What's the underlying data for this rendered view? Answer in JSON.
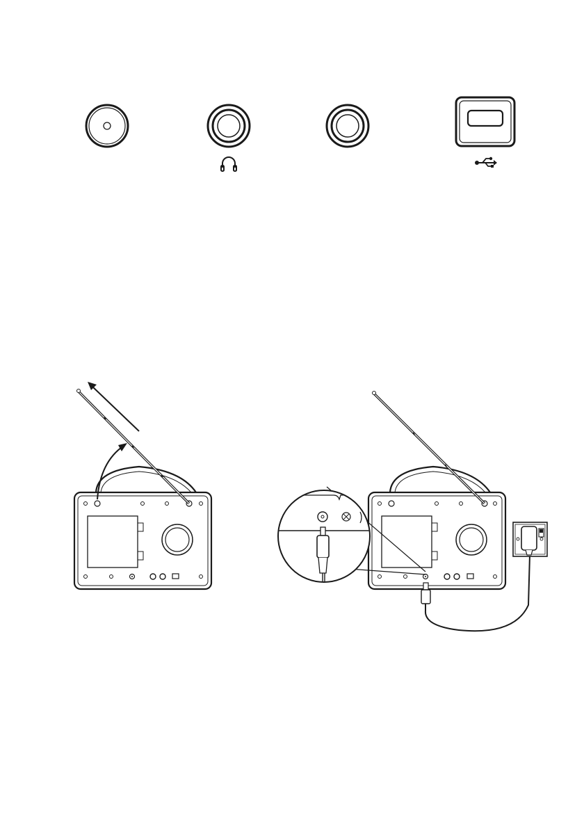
{
  "figure": {
    "top_row": {
      "connectors": [
        {
          "id": "dc-in",
          "icon": "dc-input-jack-icon"
        },
        {
          "id": "headphone",
          "icon": "headphone-icon"
        },
        {
          "id": "line-out",
          "icon": "line-out-jack-icon"
        },
        {
          "id": "usb",
          "icon": "usb-icon"
        }
      ]
    },
    "bottom_left": {
      "description_icon": "antenna-extend-arrow-icon"
    },
    "bottom_right": {
      "description_icon": "power-adapter-icon"
    }
  }
}
